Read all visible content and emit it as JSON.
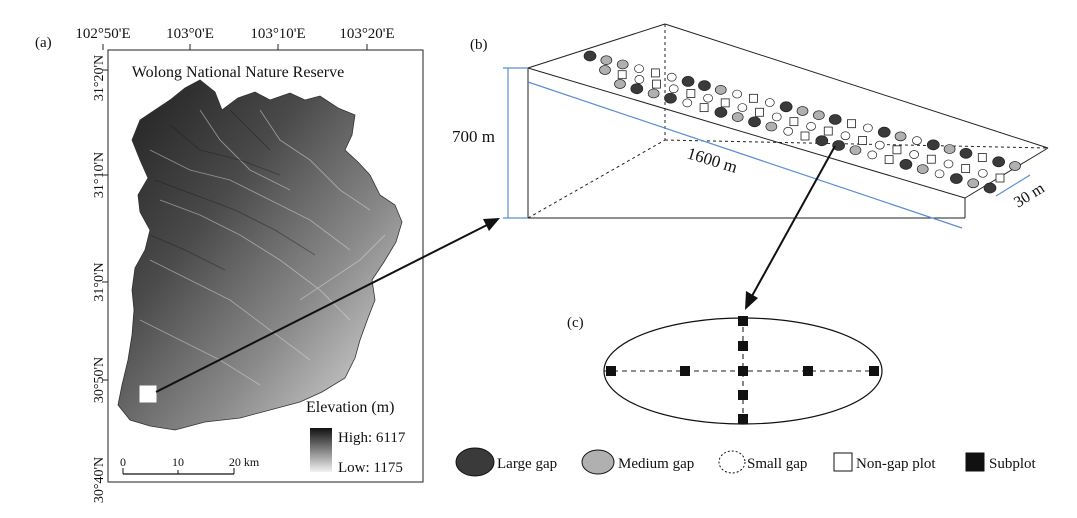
{
  "panel_a": {
    "label": "(a)",
    "title": "Wolong National Nature Reserve",
    "lon_labels": [
      "102°50'E",
      "103°0'E",
      "103°10'E",
      "103°20'E"
    ],
    "lat_labels": [
      "31°20'N",
      "31°10'N",
      "31°0'N",
      "30°50'N",
      "30°40'N"
    ],
    "elevation_title": "Elevation (m)",
    "elevation_high": "High: 6117",
    "elevation_low": "Low: 1175",
    "scale_ticks": [
      "0",
      "10",
      "20 km"
    ]
  },
  "panel_b": {
    "label": "(b)",
    "height_label": "700 m",
    "length_label": "1600 m",
    "width_label": "30 m"
  },
  "panel_c": {
    "label": "(c)"
  },
  "legend": [
    {
      "label": "Large gap",
      "symbol": "ellipse",
      "color": "#3a3a3a"
    },
    {
      "label": "Medium gap",
      "symbol": "ellipse",
      "color": "#b0b0b0"
    },
    {
      "label": "Small gap",
      "symbol": "ellipse",
      "color": "#ffffff"
    },
    {
      "label": "Non-gap plot",
      "symbol": "square",
      "color": "#ffffff"
    },
    {
      "label": "Subplot",
      "symbol": "square",
      "color": "#111111"
    }
  ],
  "colors": {
    "accent_blue": "#5b8fd0",
    "large_gap": "#3a3a3a",
    "medium_gap": "#b0b0b0"
  }
}
